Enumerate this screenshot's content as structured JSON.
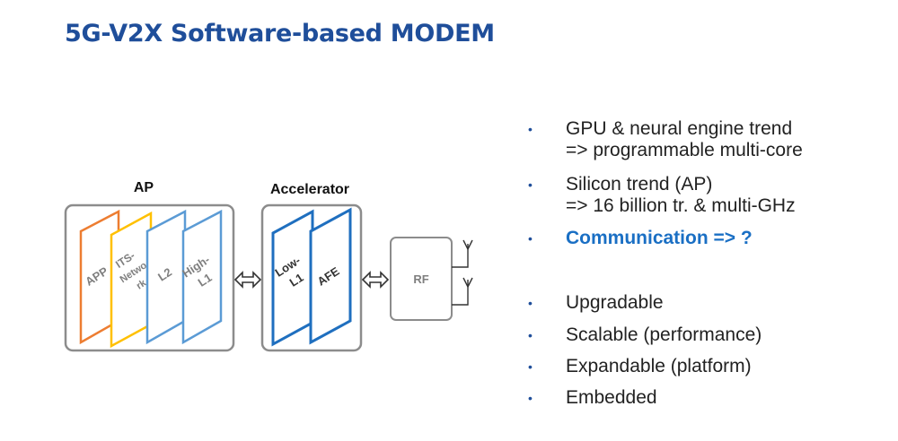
{
  "title": "5G-V2X Software-based MODEM",
  "diagram": {
    "ap": {
      "label": "AP",
      "layers": {
        "app": "APP",
        "its_lines": [
          "ITS-",
          "Netwo",
          "rk"
        ],
        "l2": "L2",
        "high_l1": [
          "High-",
          "L1"
        ]
      }
    },
    "accelerator": {
      "label": "Accelerator",
      "layers": {
        "low_l1": [
          "Low-",
          "L1"
        ],
        "afe": "AFE"
      }
    },
    "rf": {
      "label": "RF"
    },
    "colors": {
      "app": "#ed7d31",
      "its": "#ffc000",
      "light_blue": "#5b9bd5",
      "dark_blue": "#1f6fbf",
      "box_border": "#8c8c8c"
    }
  },
  "bullets": [
    {
      "lines": [
        "GPU & neural engine trend",
        "=> programmable multi-core"
      ]
    },
    {
      "lines": [
        "Silicon trend (AP)",
        "=> 16 billion tr. & multi-GHz"
      ]
    },
    {
      "lines": [
        "Communication => ?"
      ],
      "highlight": true
    },
    {
      "lines": [
        "Upgradable"
      ]
    },
    {
      "lines": [
        "Scalable (performance)"
      ]
    },
    {
      "lines": [
        "Expandable (platform)"
      ]
    },
    {
      "lines": [
        "Embedded"
      ]
    }
  ]
}
